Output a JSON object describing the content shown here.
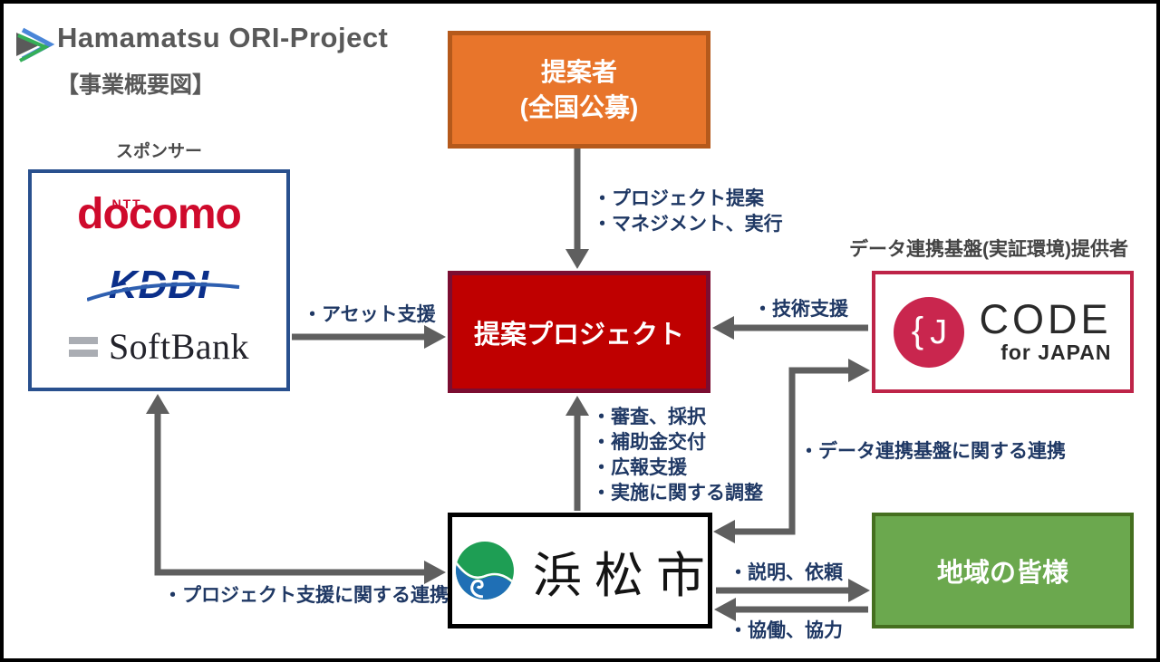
{
  "header": {
    "title": "Hamamatsu ORI-Project",
    "subtitle": "【事業概要図】"
  },
  "boxes": {
    "proposer": {
      "lines": [
        "提案者",
        "(全国公募)"
      ],
      "fill": "#E8752B",
      "border": "#B5591B"
    },
    "sponsor": {
      "caption": "スポンサー",
      "border": "#29508E",
      "logos": {
        "docomo": {
          "ntt": "NTT",
          "name": "docomo",
          "color": "#CF0A2C"
        },
        "kddi": {
          "name": "KDDI",
          "color": "#0B2F8A"
        },
        "softbank": {
          "name": "SoftBank"
        }
      }
    },
    "project": {
      "label": "提案プロジェクト",
      "fill": "#BF0000",
      "border": "#7B0D31"
    },
    "cfj": {
      "caption": "データ連携基盤(実証環境)提供者",
      "border": "#BE2448",
      "logo": {
        "brace": "{",
        "letter": "J",
        "circle_color": "#C9264E",
        "title": "CODE",
        "subtitle": "for JAPAN"
      }
    },
    "hamamatsu": {
      "label": "浜松市",
      "logo_colors": {
        "green": "#1E9E54",
        "blue": "#1F6FB5"
      }
    },
    "community": {
      "label": "地域の皆様",
      "fill": "#6BA84E",
      "border": "#456F1F"
    }
  },
  "arrows": {
    "color": "#5F5F5F",
    "label_color": "#1F3864",
    "proposer_to_project": {
      "lines": [
        "・プロジェクト提案",
        "・マネジメント、実行"
      ]
    },
    "sponsor_to_project": {
      "label": "・アセット支援"
    },
    "cfj_to_project": {
      "label": "・技術支援"
    },
    "hamamatsu_to_project": {
      "lines": [
        "・審査、採択",
        "・補助金交付",
        "・広報支援",
        "・実施に関する調整"
      ]
    },
    "hamamatsu_cfj": {
      "label": "・データ連携基盤に関する連携"
    },
    "hamamatsu_to_community": {
      "label": "・説明、依頼"
    },
    "community_to_hamamatsu": {
      "label": "・協働、協力"
    },
    "sponsor_hamamatsu": {
      "label": "・プロジェクト支援に関する連携"
    }
  }
}
